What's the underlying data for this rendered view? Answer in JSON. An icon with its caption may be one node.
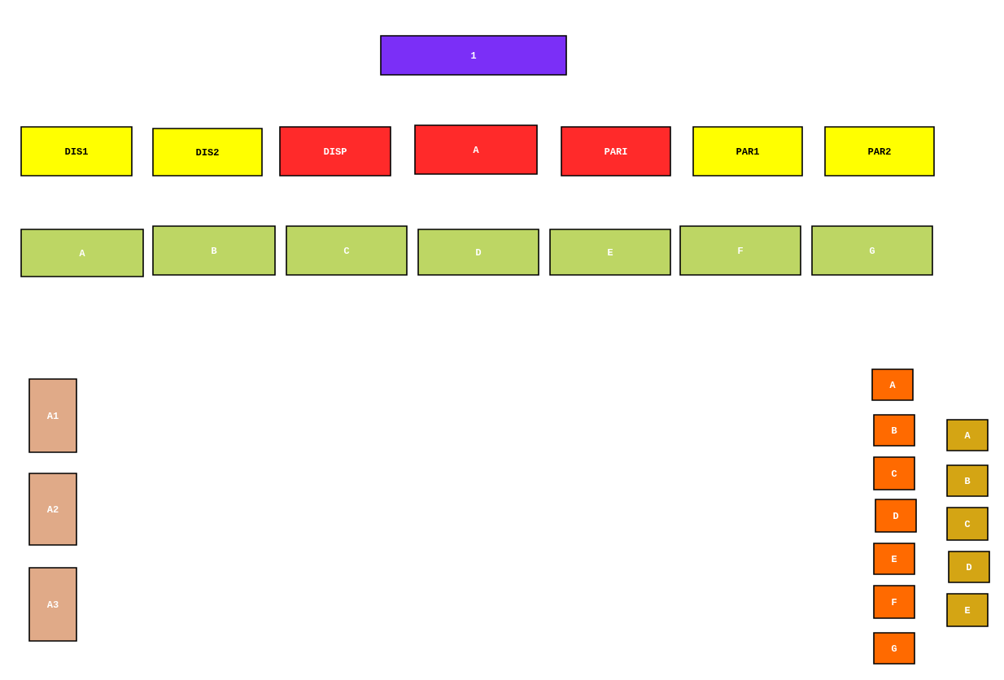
{
  "diagram": {
    "nodes": [
      {
        "text": [
          "1"
        ]
      },
      {
        "text": [
          "DIS1"
        ]
      },
      {
        "text": [
          "DIS2"
        ]
      },
      {
        "text": [
          "DISP"
        ]
      },
      {
        "text": [
          "A"
        ]
      },
      {
        "text": [
          "PARI"
        ]
      },
      {
        "text": [
          "PAR1"
        ]
      },
      {
        "text": [
          "PAR2"
        ]
      },
      {
        "text": [
          "A"
        ]
      },
      {
        "text": [
          "B"
        ]
      },
      {
        "text": [
          "C"
        ]
      },
      {
        "text": [
          "D"
        ]
      },
      {
        "text": [
          "E"
        ]
      },
      {
        "text": [
          "F"
        ]
      },
      {
        "text": [
          "G"
        ]
      },
      {
        "text": [
          "A1"
        ]
      },
      {
        "text": [
          "A2"
        ]
      },
      {
        "text": [
          "A3"
        ]
      },
      {
        "text": [
          "A"
        ]
      },
      {
        "text": [
          "B"
        ]
      },
      {
        "text": [
          "C"
        ]
      },
      {
        "text": [
          "D"
        ]
      },
      {
        "text": [
          "E"
        ]
      },
      {
        "text": [
          "F"
        ]
      },
      {
        "text": [
          "G"
        ]
      },
      {
        "text": [
          "A"
        ]
      },
      {
        "text": [
          "B"
        ]
      },
      {
        "text": [
          "C"
        ]
      },
      {
        "text": [
          "D"
        ]
      },
      {
        "text": [
          "E"
        ]
      }
    ]
  }
}
